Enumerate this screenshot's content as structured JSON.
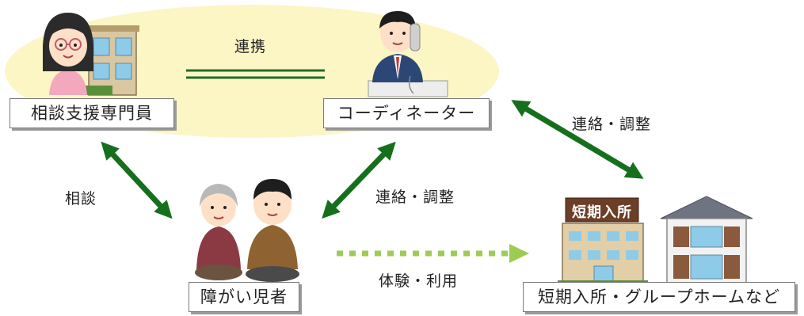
{
  "nodes": {
    "specialist": "相談支援専門員",
    "coordinator": "コーディネーター",
    "person": "障がい児者",
    "facility": "短期入所・グループホームなど"
  },
  "facility_sign": "短期入所",
  "edges": {
    "cooperation": "連携",
    "consultation": "相談",
    "contact_adjust_top": "連絡・調整",
    "contact_adjust_bottom": "連絡・調整",
    "trial_use": "体験・利用"
  },
  "colors": {
    "bubble": "#fbf6c4",
    "arrow_green": "#166f1c",
    "dotted_green": "#9ccc54",
    "double_line": "#1e6e2a"
  }
}
